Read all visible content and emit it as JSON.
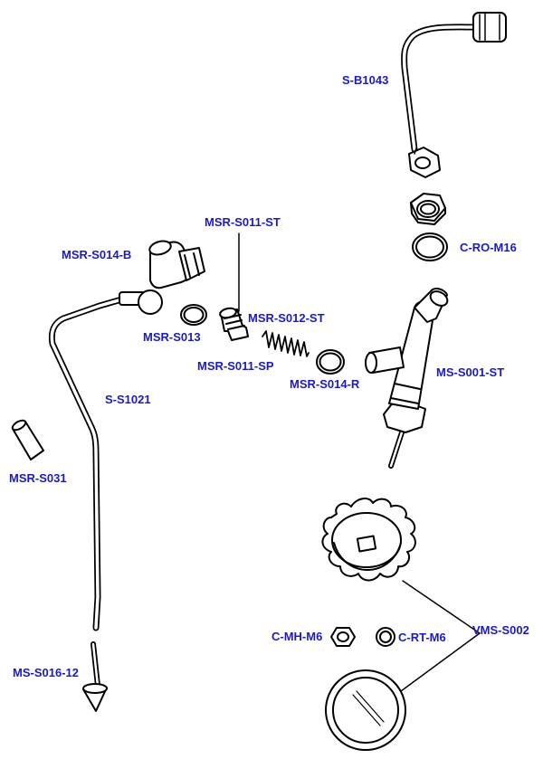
{
  "colors": {
    "label": "#1a1acc",
    "line": "#000000",
    "shade": "#cfcfcf"
  },
  "labels": {
    "s_b1043": "S-B1043",
    "c_ro_m16": "C-RO-M16",
    "msr_s011_st": "MSR-S011-ST",
    "msr_s014_b": "MSR-S014-B",
    "msr_s012_st": "MSR-S012-ST",
    "msr_s013": "MSR-S013",
    "msr_s011_sp": "MSR-S011-SP",
    "msr_s014_r": "MSR-S014-R",
    "ms_s001_st": "MS-S001-ST",
    "s_s1021": "S-S1021",
    "msr_s031": "MSR-S031",
    "ms_s016_12": "MS-S016-12",
    "c_mh_m6": "C-MH-M6",
    "c_rt_m6": "C-RT-M6",
    "vms_s002": "VMS-S002"
  }
}
